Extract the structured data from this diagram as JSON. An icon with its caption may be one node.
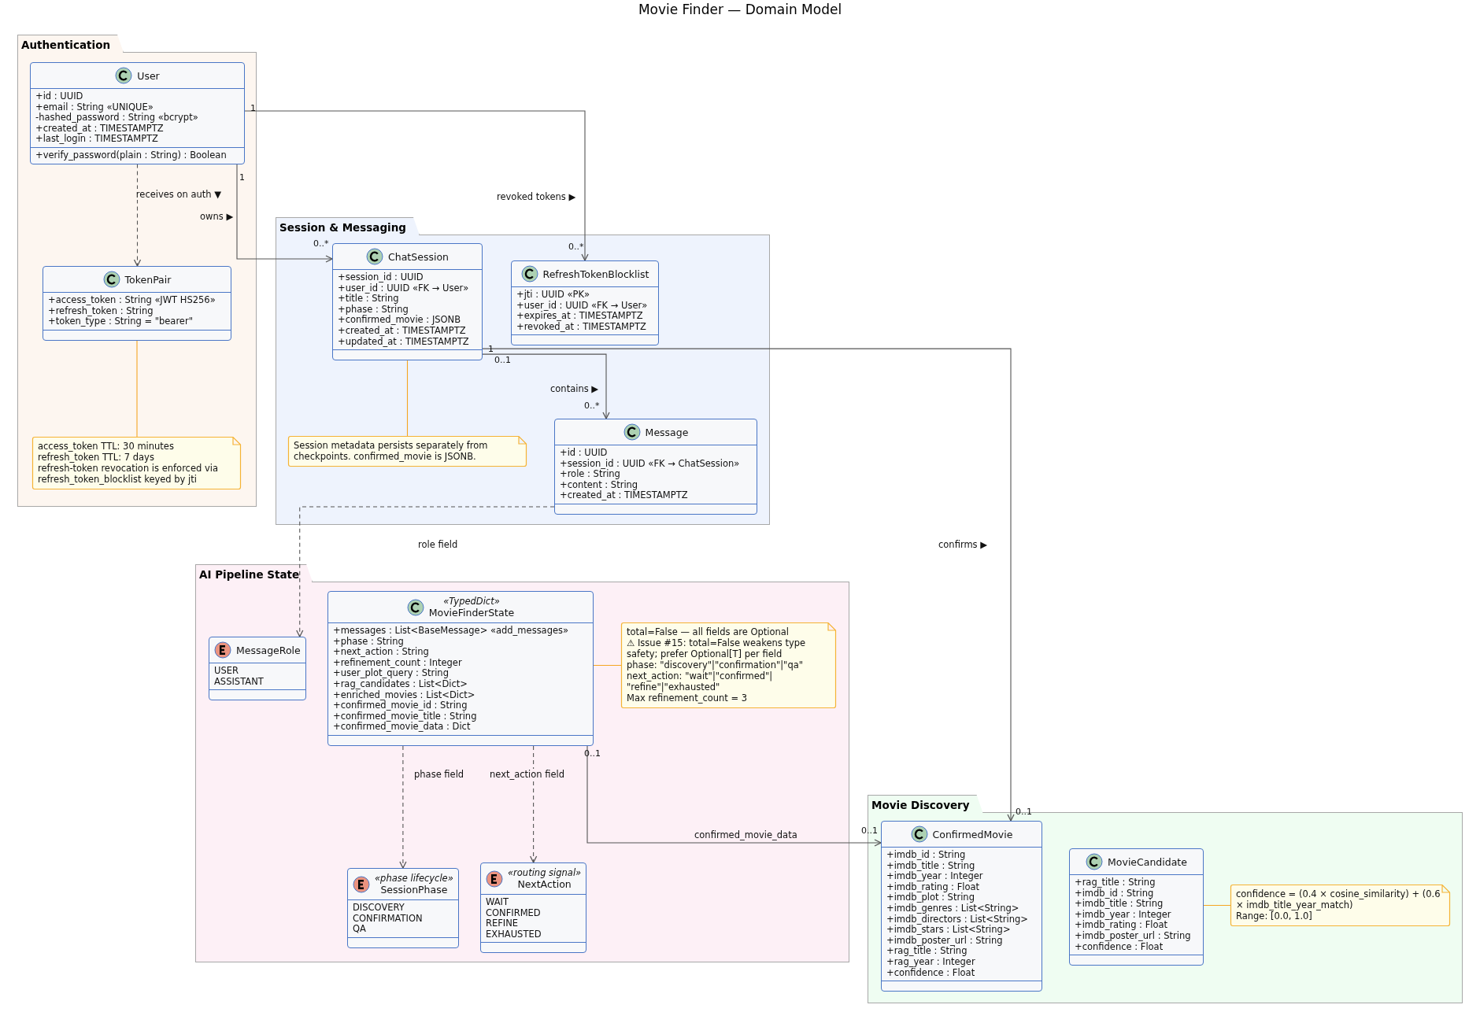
{
  "diagram": {
    "title": "Movie Finder — Domain Model",
    "nodes": [
      {
        "text": [
          "Authentication"
        ]
      },
      {
        "in": 0,
        "text": [
          "User",
          "+id : UUID",
          "+email : String «UNIQUE»",
          "-hashed_password : String «bcrypt»",
          "+created_at : TIMESTAMPTZ",
          "+last_login : TIMESTAMPTZ",
          "+verify_password(plain : String) : Boolean"
        ]
      },
      {
        "in": 0,
        "text": [
          "TokenPair",
          "+access_token : String «JWT HS256»",
          "+refresh_token : String",
          "+token_type : String = \"bearer\""
        ]
      },
      {
        "in": 0,
        "text": [
          "access_token TTL: 30 minutes",
          "refresh_token TTL: 7 days",
          "refresh-token revocation is enforced via refresh_token_blocklist keyed by jti"
        ]
      },
      {
        "text": [
          "Session & Messaging"
        ]
      },
      {
        "in": 4,
        "text": [
          "ChatSession",
          "+session_id : UUID",
          "+user_id : UUID «FK → User»",
          "+title : String",
          "+phase : String",
          "+confirmed_movie : JSONB",
          "+created_at : TIMESTAMPTZ",
          "+updated_at : TIMESTAMPTZ"
        ]
      },
      {
        "in": 4,
        "text": [
          "RefreshTokenBlocklist",
          "+jti : UUID «PK»",
          "+user_id : UUID «FK → User»",
          "+expires_at : TIMESTAMPTZ",
          "+revoked_at : TIMESTAMPTZ"
        ]
      },
      {
        "in": 4,
        "text": [
          "Session metadata persists separately from checkpoints. confirmed_movie is JSONB."
        ]
      },
      {
        "in": 4,
        "text": [
          "Message",
          "+id : UUID",
          "+session_id : UUID «FK → ChatSession»",
          "+role : String",
          "+content : String",
          "+created_at : TIMESTAMPTZ"
        ]
      },
      {
        "text": [
          "AI Pipeline State"
        ]
      },
      {
        "in": 9,
        "text": [
          "«TypedDict»",
          "MovieFinderState",
          "+messages : List<BaseMessage> «add_messages»",
          "+phase : String",
          "+next_action : String",
          "+refinement_count : Integer",
          "+user_plot_query : String",
          "+rag_candidates : List<Dict>",
          "+enriched_movies : List<Dict>",
          "+confirmed_movie_id : String",
          "+confirmed_movie_title : String",
          "+confirmed_movie_data : Dict"
        ]
      },
      {
        "in": 9,
        "text": [
          "MessageRole",
          "USER",
          "ASSISTANT"
        ]
      },
      {
        "in": 9,
        "text": [
          "total=False — all fields are Optional",
          "⚠ Issue #15: total=False weakens type safety; prefer Optional[T] per field",
          "phase: \"discovery\"|\"confirmation\"|\"qa\"",
          "next_action: \"wait\"|\"confirmed\"| \"refine\"|\"exhausted\"",
          "Max refinement_count = 3"
        ]
      },
      {
        "in": 9,
        "text": [
          "«phase lifecycle»",
          "SessionPhase",
          "DISCOVERY",
          "CONFIRMATION",
          "QA"
        ]
      },
      {
        "in": 9,
        "text": [
          "«routing signal»",
          "NextAction",
          "WAIT",
          "CONFIRMED",
          "REFINE",
          "EXHAUSTED"
        ]
      },
      {
        "text": [
          "Movie Discovery"
        ]
      },
      {
        "in": 15,
        "text": [
          "ConfirmedMovie",
          "+imdb_id : String",
          "+imdb_title : String",
          "+imdb_year : Integer",
          "+imdb_rating : Float",
          "+imdb_plot : String",
          "+imdb_genres : List<String>",
          "+imdb_directors : List<String>",
          "+imdb_stars : List<String>",
          "+imdb_poster_url : String",
          "+rag_title : String",
          "+rag_year : Integer",
          "+confidence : Float"
        ]
      },
      {
        "in": 15,
        "text": [
          "MovieCandidate",
          "+rag_title : String",
          "+imdb_id : String",
          "+imdb_title : String",
          "+imdb_year : Integer",
          "+imdb_rating : Float",
          "+imdb_poster_url : String",
          "+confidence : Float"
        ]
      },
      {
        "in": 15,
        "text": [
          "confidence = (0.4 × cosine_similarity) + (0.6 × imdb_title_year_match)",
          "Range: [0.0, 1.0]"
        ]
      }
    ],
    "edges": [
      {
        "from": 1,
        "to": 2,
        "arrow": "to",
        "style": "dashed",
        "label": "receives on auth ▼"
      },
      {
        "from": 1,
        "to": 5,
        "arrow": "to",
        "label": "owns ▶"
      },
      {
        "from": 1,
        "to": 6,
        "arrow": "to",
        "label": "revoked tokens ▶"
      },
      {
        "from": 5,
        "to": 8,
        "arrow": "to",
        "label": "contains ▶"
      },
      {
        "from": 5,
        "to": 16,
        "arrow": "to",
        "label": "confirms ▶"
      },
      {
        "from": 8,
        "to": 11,
        "arrow": "to",
        "style": "dashed",
        "label": "role field"
      },
      {
        "from": 10,
        "to": 13,
        "arrow": "to",
        "style": "dashed",
        "label": "phase field"
      },
      {
        "from": 10,
        "to": 14,
        "arrow": "to",
        "style": "dashed",
        "label": "next_action field"
      },
      {
        "from": 10,
        "to": 16,
        "arrow": "to",
        "label": "confirmed_movie_data"
      },
      {
        "from": 2,
        "to": 3,
        "arrow": "none",
        "color": "#f5a623"
      },
      {
        "from": 5,
        "to": 7,
        "arrow": "none",
        "color": "#f5a623"
      },
      {
        "from": 10,
        "to": 12,
        "arrow": "none",
        "color": "#f5a623"
      },
      {
        "from": 17,
        "to": 18,
        "arrow": "none",
        "color": "#f5a623"
      }
    ],
    "labels": [
      "1",
      "1",
      "0..*",
      "0..*",
      "1",
      "0..1",
      "0..*",
      "0..1",
      "0..1",
      "0..1"
    ]
  }
}
